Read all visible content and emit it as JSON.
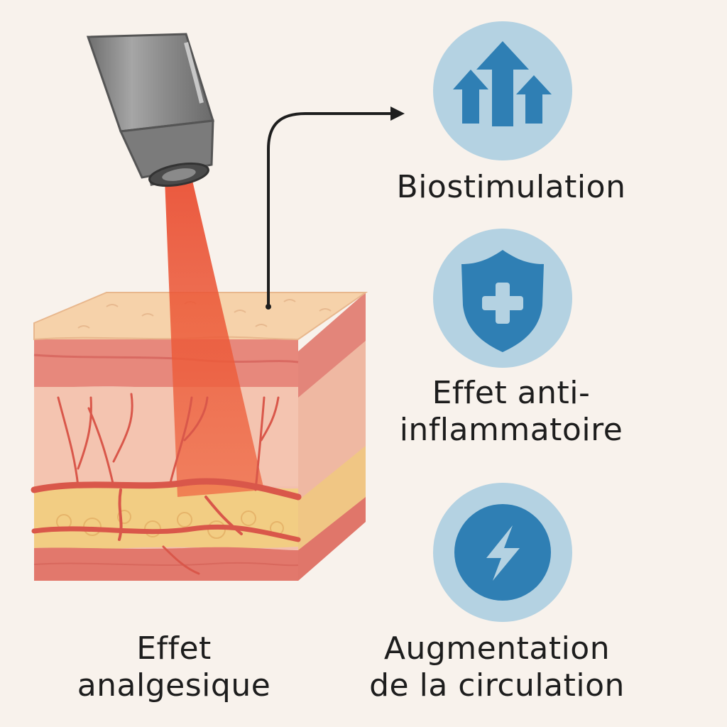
{
  "effects": [
    {
      "icon": "arrows-up-icon",
      "lines": [
        "Biostimulation"
      ]
    },
    {
      "icon": "shield-cross-icon",
      "lines": [
        "Effet anti-",
        "inflammatoire"
      ]
    },
    {
      "icon": "lightning-icon",
      "lines": [
        "Augmentation",
        "de la circulation"
      ]
    }
  ],
  "analgesic": {
    "lines": [
      "Effet",
      "analgesique"
    ]
  },
  "colors": {
    "background": "#f8f2ec",
    "icon_circle": "#b4d2e2",
    "icon_blue": "#2f7fb4",
    "laser_beam": "#ec5a3a",
    "vessel": "#d9574a",
    "fat": "#f2cd83",
    "skin_top": "#f5cfa5"
  }
}
